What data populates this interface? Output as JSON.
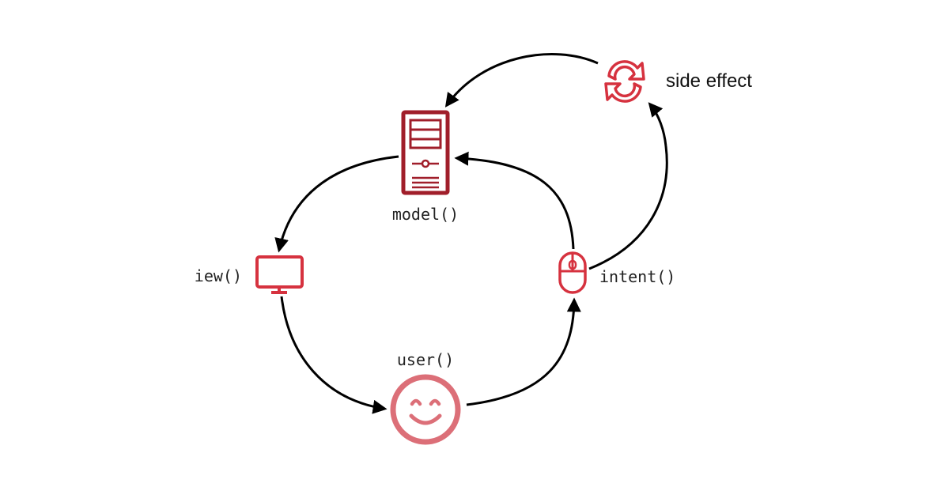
{
  "diagram": {
    "nodes": {
      "model": {
        "label": "model()",
        "icon": "server-icon"
      },
      "view": {
        "label": "iew()",
        "icon": "monitor-icon"
      },
      "user": {
        "label": "user()",
        "icon": "smiley-face-icon"
      },
      "intent": {
        "label": "intent()",
        "icon": "mouse-icon"
      },
      "side_effect": {
        "label": "side effect",
        "icon": "refresh-cycle-icon"
      }
    },
    "edges": [
      {
        "from": "model",
        "to": "view"
      },
      {
        "from": "view",
        "to": "user"
      },
      {
        "from": "user",
        "to": "intent"
      },
      {
        "from": "intent",
        "to": "model"
      },
      {
        "from": "intent",
        "to": "side_effect"
      },
      {
        "from": "side_effect",
        "to": "model"
      }
    ]
  },
  "colors": {
    "server": "#a01e2a",
    "icon_red": "#d6323f",
    "user_face": "#dc6f78",
    "arrow": "#000000",
    "text": "#222222"
  }
}
